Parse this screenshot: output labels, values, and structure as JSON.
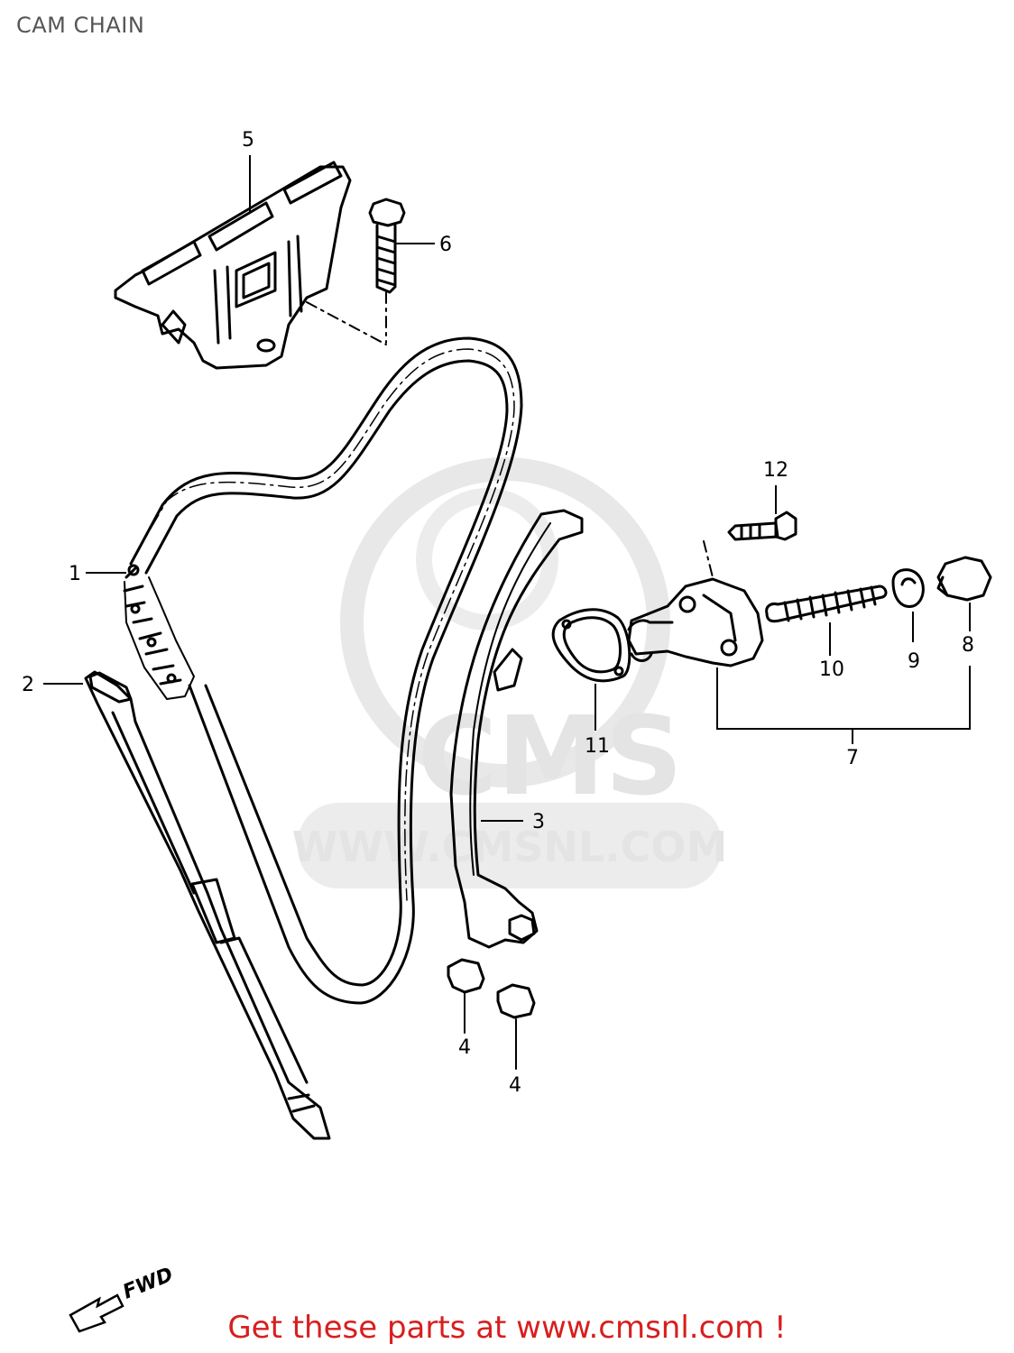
{
  "title": "CAM CHAIN",
  "callouts": {
    "c1": "1",
    "c2": "2",
    "c3": "3",
    "c4a": "4",
    "c4b": "4",
    "c5": "5",
    "c6": "6",
    "c7": "7",
    "c8": "8",
    "c9": "9",
    "c10": "10",
    "c11": "11",
    "c12": "12"
  },
  "direction_label": "FWD",
  "watermark": {
    "logo_text": "CMS",
    "url": "WWW.CMSNL.COM"
  },
  "footer": {
    "text": "Get these parts at www.cmsnl.com !"
  },
  "colors": {
    "footer_red": "#d81e1e",
    "line": "#000000",
    "watermark_gray": "#e4e4e4"
  }
}
